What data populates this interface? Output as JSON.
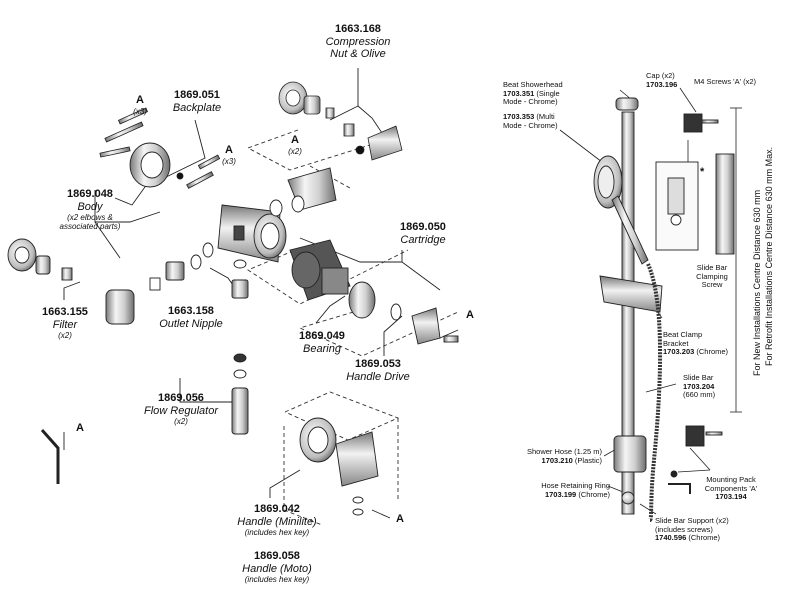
{
  "left": {
    "compression": {
      "code": "1663.168",
      "name1": "Compression",
      "name2": "Nut & Olive"
    },
    "backplate": {
      "code": "1869.051",
      "name": "Backplate"
    },
    "screws_a1": {
      "letter": "A",
      "qty": "(x3)"
    },
    "screws_a2": {
      "letter": "A",
      "qty": "(x3)"
    },
    "screws_a3": {
      "letter": "A",
      "qty": "(x2)"
    },
    "body": {
      "code": "1869.048",
      "name": "Body",
      "note1": "(x2 elbows &",
      "note2": "associated parts)"
    },
    "cartridge": {
      "code": "1869.050",
      "name": "Cartridge"
    },
    "filter": {
      "code": "1663.155",
      "name": "Filter",
      "qty": "(x2)"
    },
    "outlet": {
      "code": "1663.158",
      "name": "Outlet Nipple"
    },
    "bearing": {
      "code": "1869.049",
      "name": "Bearing"
    },
    "handle_drive": {
      "code": "1869.053",
      "name": "Handle Drive"
    },
    "cart_screw": {
      "letter": "A"
    },
    "flow": {
      "code": "1869.056",
      "name": "Flow Regulator",
      "qty": "(x2)"
    },
    "hexkey": {
      "letter": "A"
    },
    "handle_minilite": {
      "code": "1869.042",
      "name": "Handle (Minilite)",
      "note": "(includes hex key)"
    },
    "handle_moto": {
      "code": "1869.058",
      "name": "Handle (Moto)",
      "note": "(includes hex key)"
    },
    "handle_screw": {
      "letter": "A"
    }
  },
  "right": {
    "showerhead": {
      "line1": "Beat Showerhead",
      "code1": "1703.351",
      "code1_suffix": " (Single",
      "line3": "Mode - Chrome)",
      "code2": "1703.353",
      "code2_suffix": " (Multi",
      "line5": "Mode - Chrome)"
    },
    "cap": {
      "label": "Cap (x2)",
      "code": "1703.196"
    },
    "m4": {
      "label": "M4 Screws 'A' (x2)"
    },
    "asterisk": "*",
    "clamp_screw": {
      "line1": "Slide Bar",
      "line2": "Clamping",
      "line3": "Screw"
    },
    "beat_clamp": {
      "line1": "Beat Clamp",
      "line2": "Bracket",
      "code": "1703.203",
      "suffix": " (Chrome)"
    },
    "slide_bar": {
      "label": "Slide Bar",
      "code": "1703.204",
      "length": "(660 mm)"
    },
    "hose": {
      "label": "Shower Hose (1.25 m)",
      "code": "1703.210",
      "suffix": " (Plastic)"
    },
    "ring": {
      "label": "Hose Retaining Ring",
      "code": "1703.199",
      "suffix": " (Chrome)"
    },
    "mounting": {
      "line1": "Mounting Pack",
      "line2": "Components 'A'",
      "code": "1703.194"
    },
    "support": {
      "line1": "Slide Bar Support (x2)",
      "line2": "(includes screws)",
      "code": "1740.596",
      "suffix": " (Chrome)"
    },
    "dim_new": "For New Installations Centre Distance 630 mm",
    "dim_retrofit": "For Retrofit Installations Centre Distance 630 mm Max."
  }
}
